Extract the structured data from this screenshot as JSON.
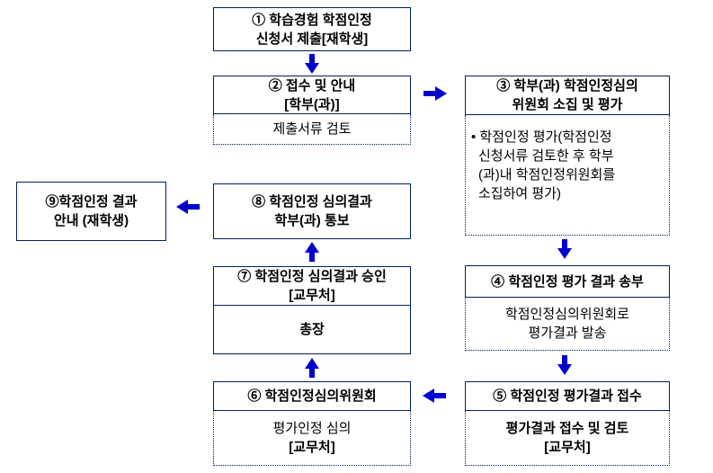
{
  "diagram": {
    "type": "flowchart",
    "colors": {
      "arrow": "#0000cc",
      "box_border": "#002060",
      "text": "#000000",
      "background": "#ffffff"
    },
    "steps": {
      "s1": {
        "line1": "① 학습경험 학점인정",
        "line2": "신청서 제출[재학생]"
      },
      "s2": {
        "header1": "② 접수 및 안내",
        "header2": "[학부(과)]",
        "body1": "제출서류 검토"
      },
      "s3": {
        "header1": "③ 학부(과) 학점인정심의",
        "header2": "위원회 소집 및 평가",
        "body_lines": [
          "• 학점인정 평가(학점인정",
          "신청서류 검토한 후 학부",
          "(과)내 학점인정위원회를",
          "소집하여 평가)"
        ]
      },
      "s4": {
        "header1": "④ 학점인정 평가 결과 송부",
        "body1": "학점인정심의위원회로",
        "body2": "평가결과 발송"
      },
      "s5": {
        "header1": "⑤ 학점인정 평가결과 접수",
        "body1": "평가결과 접수 및 검토",
        "body2": "[교무처]"
      },
      "s6": {
        "header1": "⑥ 학점인정심의위원회",
        "body1": "평가인정 심의",
        "body2": "[교무처]"
      },
      "s7": {
        "header1": "⑦ 학점인정 심의결과 승인",
        "header2": "[교무처]",
        "body1": "총장"
      },
      "s8": {
        "line1": "⑧ 학점인정 심의결과",
        "line2": "학부(과) 통보"
      },
      "s9": {
        "line1": "⑨학점인정 결과",
        "line2": "안내 (재학생)"
      }
    },
    "arrows": [
      {
        "name": "arrow-1-to-2",
        "direction": "down"
      },
      {
        "name": "arrow-2-to-3",
        "direction": "right"
      },
      {
        "name": "arrow-3-to-4",
        "direction": "down"
      },
      {
        "name": "arrow-4-to-5",
        "direction": "down"
      },
      {
        "name": "arrow-5-to-6",
        "direction": "left"
      },
      {
        "name": "arrow-6-to-7",
        "direction": "up"
      },
      {
        "name": "arrow-7-to-8",
        "direction": "up"
      },
      {
        "name": "arrow-8-to-9",
        "direction": "left"
      }
    ]
  }
}
